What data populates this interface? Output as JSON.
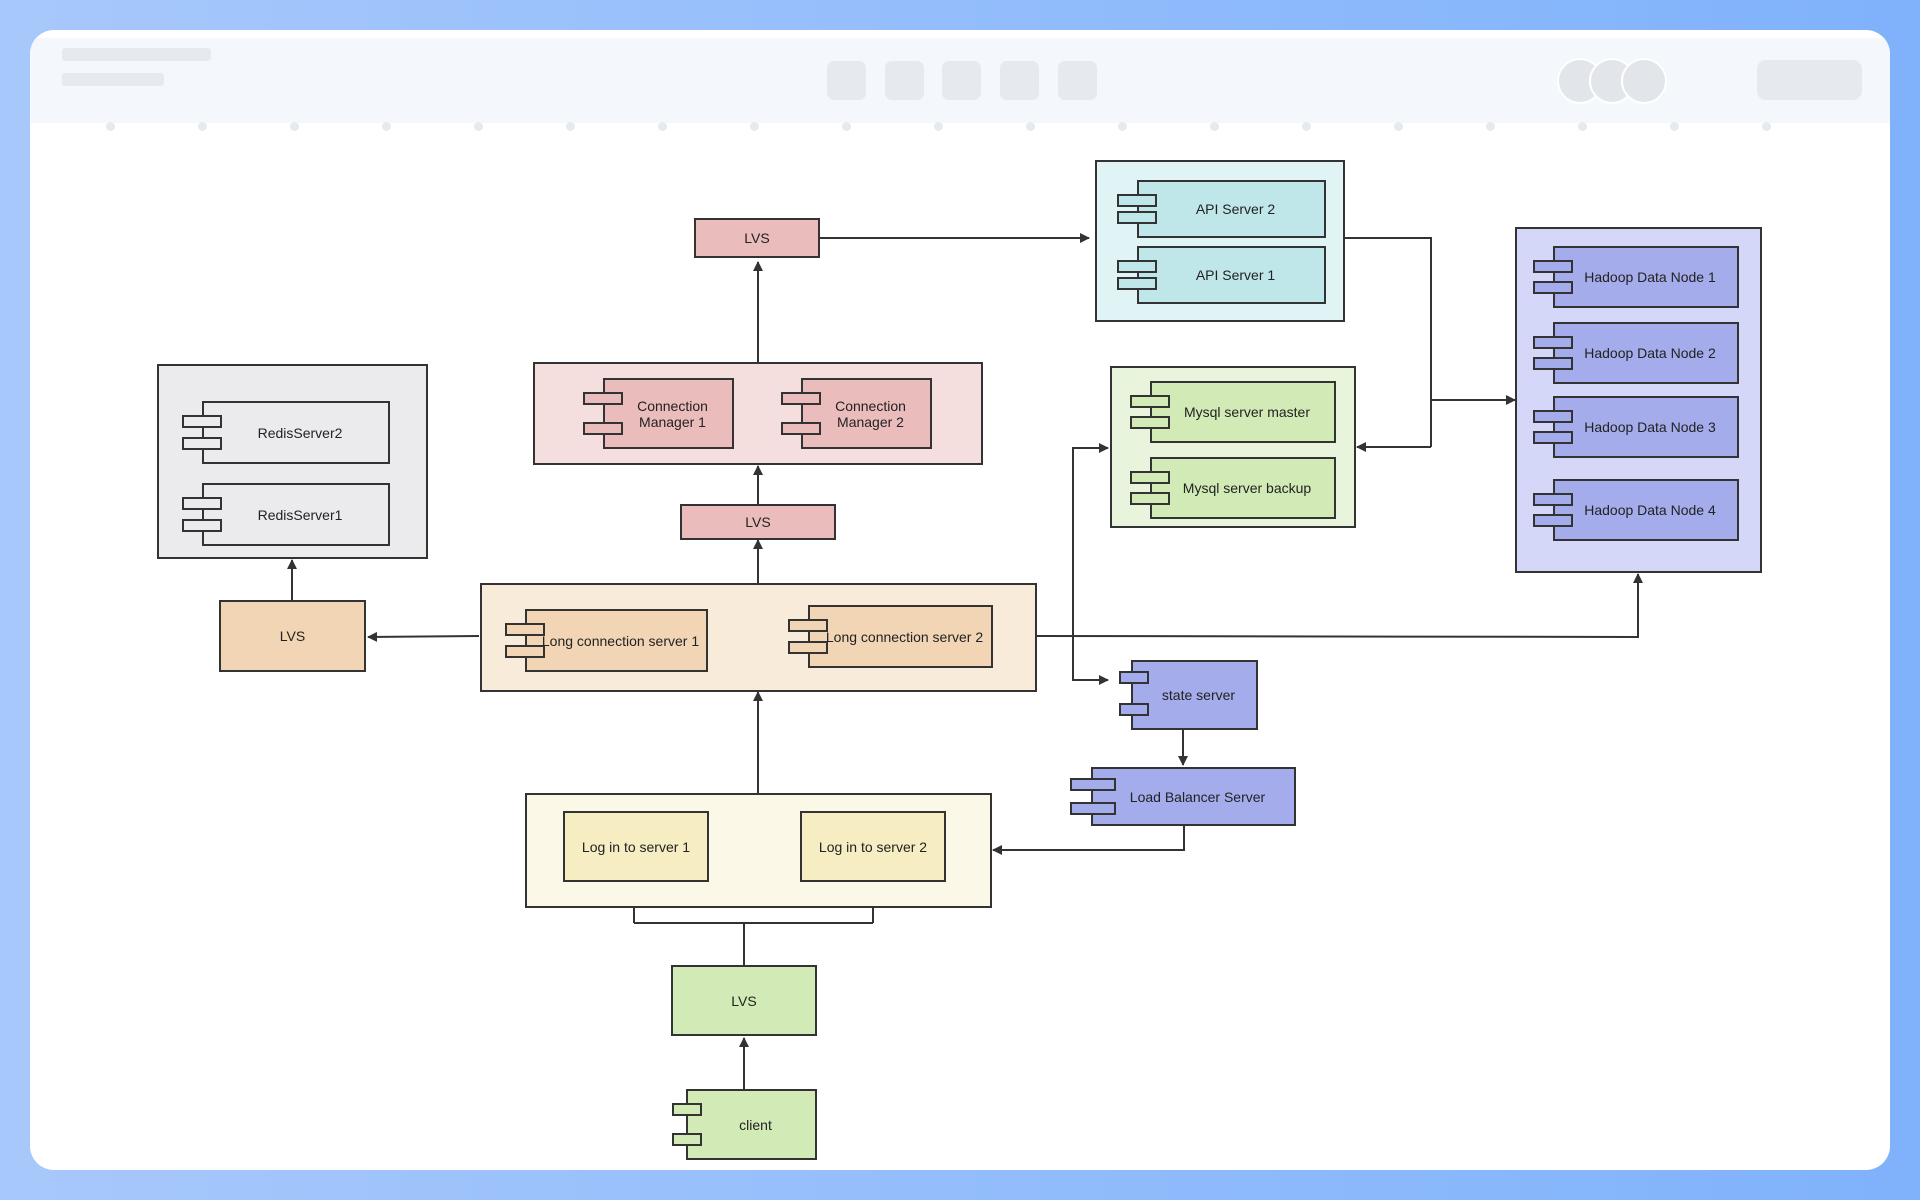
{
  "diagram": {
    "nodes": {
      "api_server_2": "API Server 2",
      "api_server_1": "API Server 1",
      "lvs_top": "LVS",
      "hadoop_node_1": "Hadoop Data Node 1",
      "hadoop_node_2": "Hadoop Data Node 2",
      "hadoop_node_3": "Hadoop Data Node 3",
      "hadoop_node_4": "Hadoop Data Node 4",
      "redis_server_2": "RedisServer2",
      "redis_server_1": "RedisServer1",
      "connection_manager_1": "Connection Manager 1",
      "connection_manager_2": "Connection Manager 2",
      "mysql_master": "Mysql server master",
      "mysql_backup": "Mysql server backup",
      "lvs_mid": "LVS",
      "lvs_redis": "LVS",
      "long_conn_1": "Long connection server 1",
      "long_conn_2": "Long connection server 2",
      "state_server": "state server",
      "load_balancer": "Load Balancer Server",
      "login_1": "Log in to server 1",
      "login_2": "Log in to server 2",
      "lvs_bottom": "LVS",
      "client": "client"
    },
    "colors": {
      "stroke": "#333333",
      "api_group": "#e0f4f6",
      "api_node": "#bfe7ea",
      "lvs_red": "#ebbcbc",
      "cm_group": "#f5dede",
      "hadoop_group": "#d4d7f8",
      "hadoop_node": "#a4acec",
      "redis_group": "#ebebee",
      "redis_node": "#ebebee",
      "mysql_group": "#e8f4dc",
      "mysql_node": "#d2ebb6",
      "orange_lvs": "#f2d5b4",
      "lc_group": "#f9ebd9",
      "state": "#a4acec",
      "login_group": "#fcf8e8",
      "login_node": "#f6edc3",
      "green": "#d2ebb6"
    }
  }
}
